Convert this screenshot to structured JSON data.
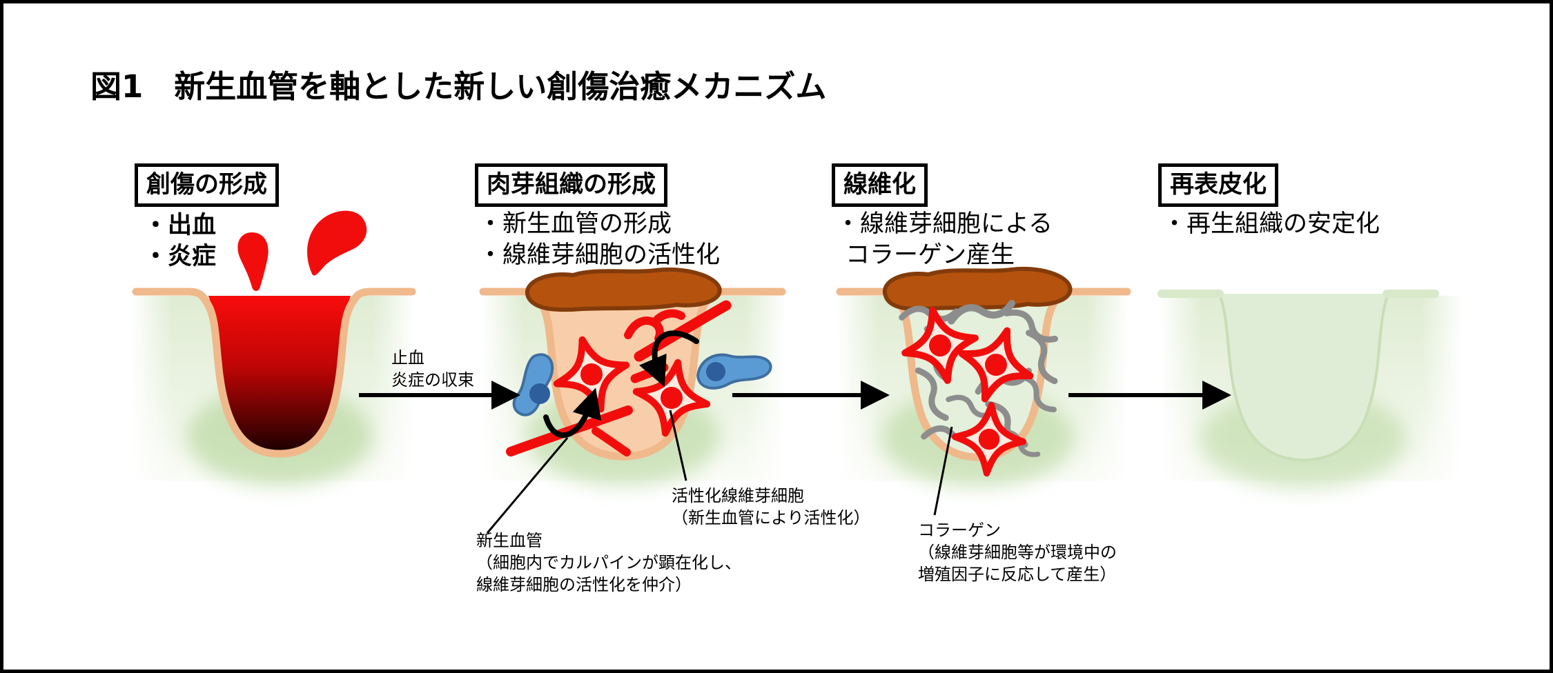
{
  "figure": {
    "title": "図1　新生血管を軸とした新しい創傷治癒メカニズム"
  },
  "stages": [
    {
      "label": "創傷の形成",
      "bullets": [
        "・出血",
        "・炎症"
      ]
    },
    {
      "label": "肉芽組織の形成",
      "bullets": [
        "・新生血管の形成",
        "・線維芽細胞の活性化"
      ]
    },
    {
      "label": "線維化",
      "bullets": [
        "・線維芽細胞による",
        "コラーゲン産生"
      ]
    },
    {
      "label": "再表皮化",
      "bullets": [
        "・再生組織の安定化"
      ]
    }
  ],
  "transition": {
    "lines": [
      "止血",
      "炎症の収束"
    ]
  },
  "annotations": [
    {
      "lines": [
        "新生血管",
        "（細胞内でカルパインが顕在化し、",
        "線維芽細胞の活性化を仲介）"
      ]
    },
    {
      "lines": [
        "活性化線維芽細胞",
        "（新生血管により活性化）"
      ]
    },
    {
      "lines": [
        "コラーゲン",
        "（線維芽細胞等が環境中の",
        "増殖因子に反応して産生）"
      ]
    }
  ],
  "colors": {
    "outline_black": "#000000",
    "blood_red": "#f20d0d",
    "blood_dark": "#1c0000",
    "skin_line_peach": "#efb98c",
    "wound_bed_peach": "#f7cea9",
    "scab_brown": "#b5530e",
    "scab_outline": "#833b0b",
    "immune_cell_blue": "#5b9bd5",
    "immune_nucleus_blue": "#2e5e9c",
    "collagen_gray": "#8d8d8d",
    "tissue_green_light": "#e3efd8",
    "tissue_green_deep": "#afd293",
    "healed_fill_green": "#e0edd6",
    "fibroblast_center_fill": "#fceadf"
  }
}
